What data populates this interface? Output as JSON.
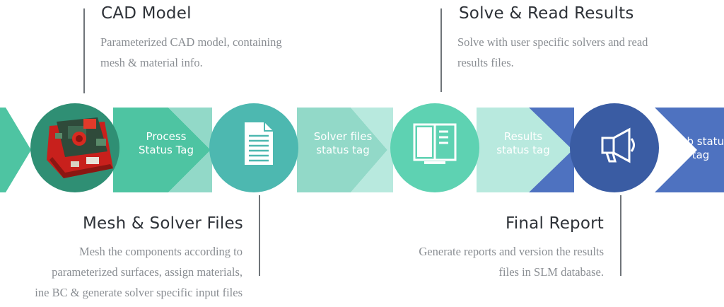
{
  "stages": [
    {
      "title": "CAD Model",
      "description": [
        "Parameterized CAD model, containing",
        "mesh & material info."
      ],
      "icon": "cad-model-image-icon"
    },
    {
      "title": "Mesh & Solver Files",
      "description": [
        "Mesh the components according to",
        "parameterized surfaces, assign materials,",
        "ine BC & generate solver specific input files"
      ],
      "icon": "document-icon"
    },
    {
      "title": "Solve & Read Results",
      "description": [
        "Solve with user specific solvers and read",
        "results files."
      ],
      "icon": "open-book-icon"
    },
    {
      "title": "Final Report",
      "description": [
        "Generate reports and version the results",
        "files in SLM database."
      ],
      "icon": "megaphone-icon"
    }
  ],
  "tags": [
    [
      "Process",
      "Status Tag"
    ],
    [
      "Solver files",
      "status tag"
    ],
    [
      "Results",
      "status tag"
    ],
    [
      "Job statu",
      "tag"
    ]
  ],
  "colors": {
    "arrow_teal": "#4ec4a2",
    "arrow_light_teal": "#92d9c8",
    "arrow_pale": "#b8e9de",
    "arrow_blue": "#4e72c0",
    "circle_1": "#2f8f74",
    "circle_2": "#4db8b0",
    "circle_3": "#5ed2b2",
    "circle_4": "#3a5ca3",
    "title_text": "#2e3238",
    "desc_text": "#8a8e93"
  }
}
